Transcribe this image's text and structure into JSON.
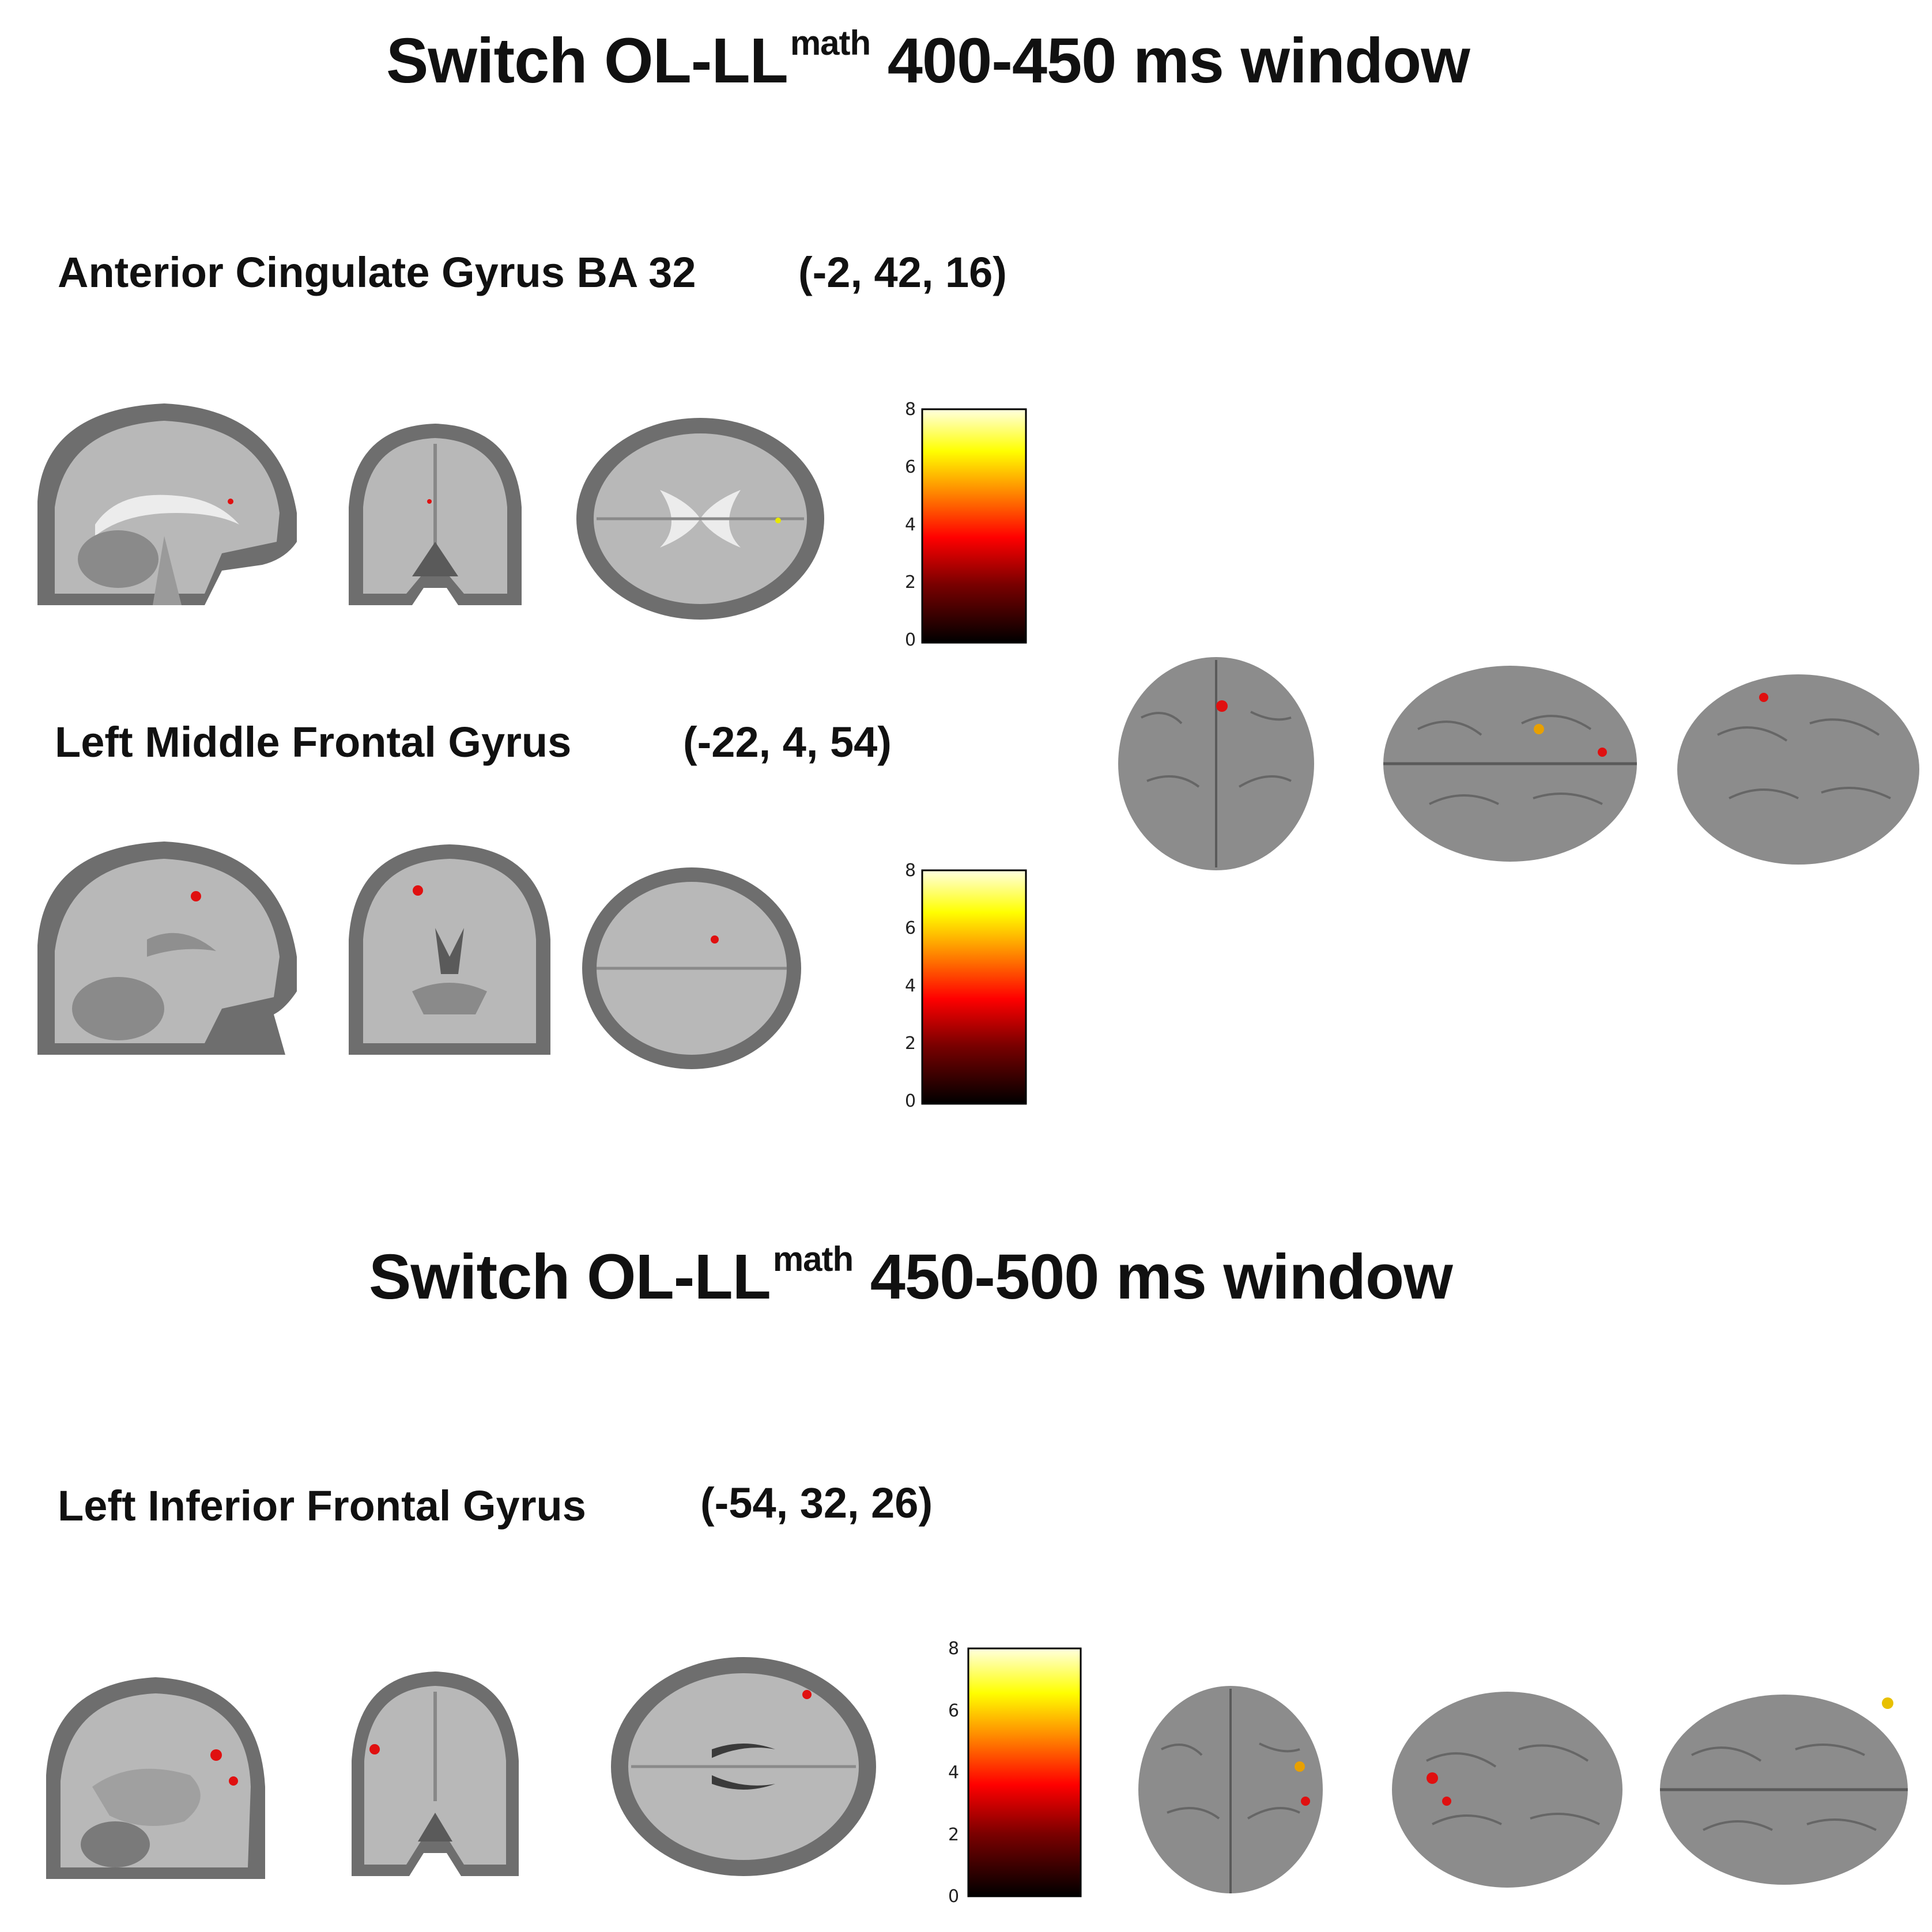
{
  "section1": {
    "title_main": "Switch OL-LL",
    "title_sup": "math",
    "title_rest": "400-450 ms window",
    "region1": {
      "name": "Anterior Cingulate Gyrus  BA 32",
      "coords": "(-2, 42, 16)"
    },
    "region2": {
      "name": "Left Middle Frontal Gyrus",
      "coords": "(-22, 4, 54)"
    }
  },
  "section2": {
    "title_main": "Switch OL-LL",
    "title_sup": "math",
    "title_rest": "450-500 ms window",
    "region1": {
      "name": "Left Inferior Frontal Gyrus",
      "coords": "(-54, 32, 26)"
    }
  },
  "colorbar": {
    "ticks": [
      "0",
      "2",
      "4",
      "6",
      "8"
    ],
    "colors": [
      "#000000",
      "#7a0000",
      "#ff0000",
      "#ff8c00",
      "#ffff00",
      "#ffffe0"
    ]
  },
  "colors": {
    "slice_gray": "#9a9a9a",
    "surface_gray": "#8c8c8c",
    "activation": "#e01010"
  }
}
